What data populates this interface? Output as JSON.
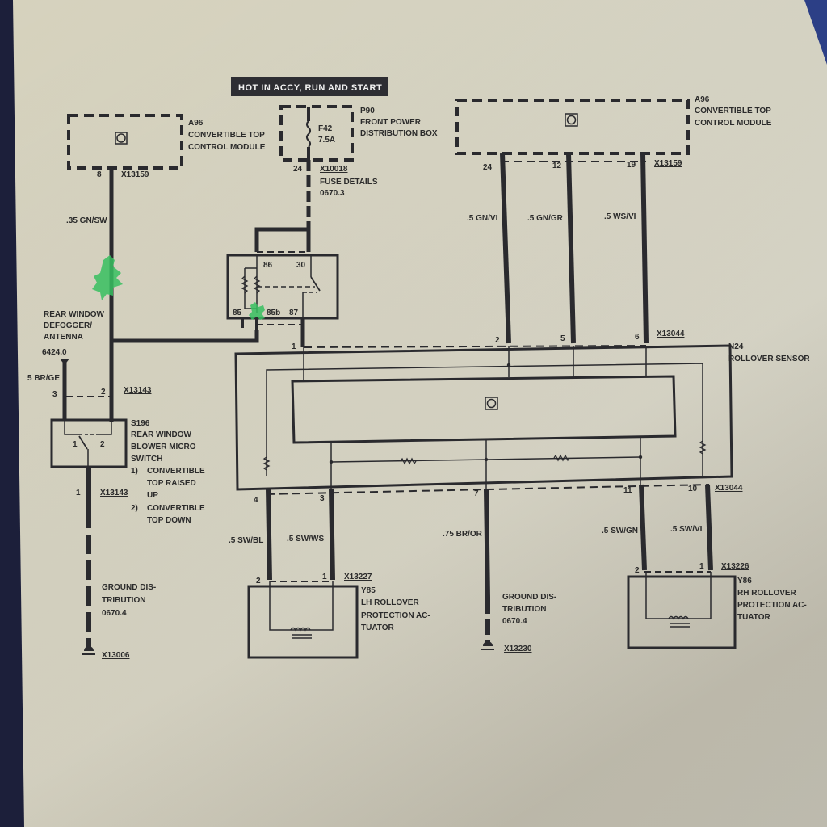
{
  "header_banner": "HOT IN ACCY, RUN AND START",
  "colors": {
    "paper": "#d9d6c4",
    "paper_light": "#e4e4da",
    "ink": "#2a2a2e",
    "highlight": "#37c060",
    "desk": "#1c1f3a",
    "desk_right": "#2c3f86"
  },
  "modules": {
    "a96_left": {
      "code": "A96",
      "line1": "CONVERTIBLE TOP",
      "line2": "CONTROL MODULE",
      "pin": "8",
      "connector": "X13159",
      "wire": ".35 GN/SW"
    },
    "p90": {
      "code": "P90",
      "line1": "FRONT POWER",
      "line2": "DISTRIBUTION BOX",
      "fuse": "F42",
      "fuse_rating": "7.5A",
      "pin": "24",
      "connector": "X10018",
      "note1": "FUSE DETAILS",
      "note2": "0670.3"
    },
    "a96_right": {
      "code": "A96",
      "line1": "CONVERTIBLE TOP",
      "line2": "CONTROL MODULE",
      "connector": "X13159",
      "pins": [
        "24",
        "12",
        "19"
      ],
      "wires": [
        ".5 GN/VI",
        ".5 GN/GR",
        ".5 WS/VI"
      ]
    },
    "relay": {
      "pins": [
        "86",
        "30",
        "85",
        "85b",
        "87"
      ]
    },
    "defogger": {
      "line1": "REAR WINDOW",
      "line2": "DEFOGGER/",
      "line3": "ANTENNA",
      "ref": "6424.0",
      "wire": "5 BR/GE"
    },
    "x13143_top": {
      "connector": "X13143",
      "pin_left": "3",
      "pin_right": "2"
    },
    "s196": {
      "code": "S196",
      "line1": "REAR WINDOW",
      "line2": "BLOWER MICRO",
      "line3": "SWITCH",
      "opt1_num": "1)",
      "opt1_a": "CONVERTIBLE",
      "opt1_b": "TOP RAISED",
      "opt1_c": "UP",
      "opt2_num": "2)",
      "opt2_a": "CONVERTIBLE",
      "opt2_b": "TOP DOWN",
      "switch_pin1": "1",
      "switch_pin2": "2",
      "pin_bottom": "1",
      "connector_bottom": "X13143"
    },
    "ground_left": {
      "line1": "GROUND DIS-",
      "line2": "TRIBUTION",
      "ref": "0670.4",
      "connector": "X13006"
    },
    "n24": {
      "code": "N24",
      "name": "ROLLOVER SENSOR",
      "connector_top": "X13044",
      "connector_bottom": "X13044",
      "top_pins": [
        "1",
        "2",
        "5",
        "6"
      ],
      "bottom_pins": [
        "4",
        "3",
        "7",
        "11",
        "10"
      ]
    },
    "y85": {
      "code": "Y85",
      "line1": "LH ROLLOVER",
      "line2": "PROTECTION AC-",
      "line3": "TUATOR",
      "connector": "X13227",
      "pins": [
        "2",
        "1"
      ],
      "wires": [
        ".5 SW/BL",
        ".5 SW/WS"
      ]
    },
    "ground_mid": {
      "wire": ".75 BR/OR",
      "line1": "GROUND DIS-",
      "line2": "TRIBUTION",
      "ref": "0670.4",
      "connector": "X13230"
    },
    "y86": {
      "code": "Y86",
      "line1": "RH ROLLOVER",
      "line2": "PROTECTION AC-",
      "line3": "TUATOR",
      "connector": "X13226",
      "pins": [
        "2",
        "1"
      ],
      "wires": [
        ".5 SW/GN",
        ".5 SW/VI"
      ]
    }
  }
}
